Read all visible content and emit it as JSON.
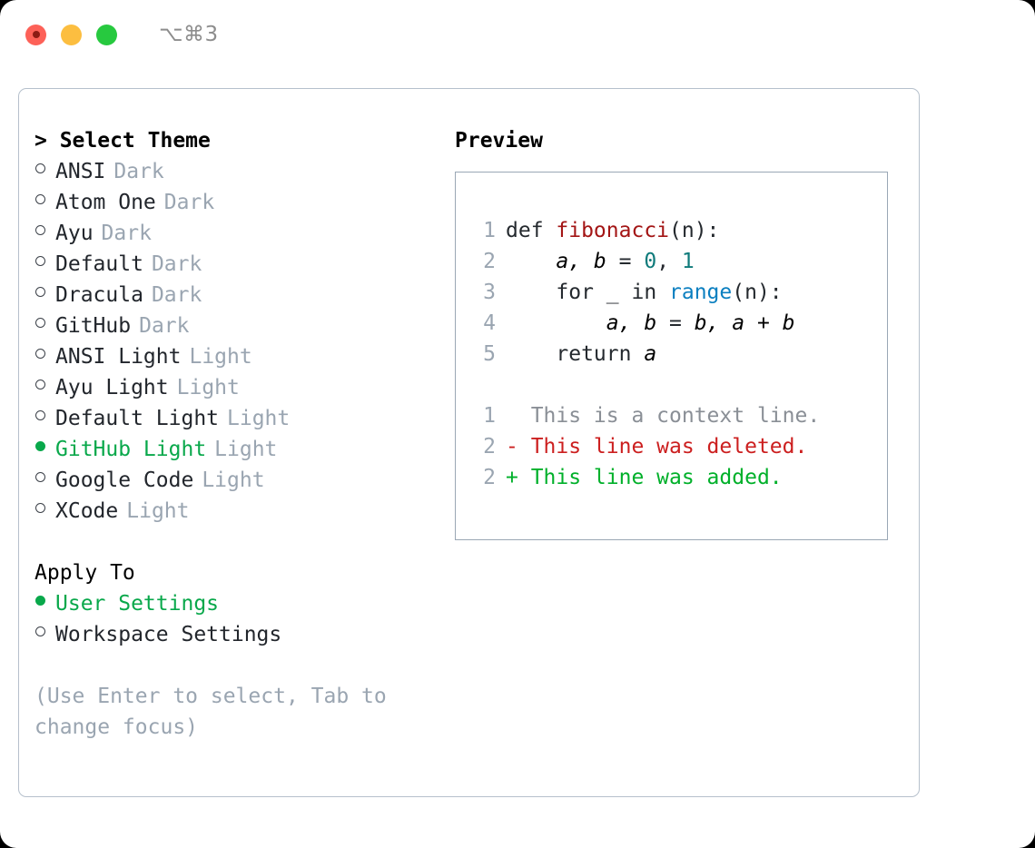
{
  "titlebar": {
    "shortcut": "⌥⌘3",
    "buttons": [
      "close",
      "minimize",
      "zoom"
    ]
  },
  "left": {
    "heading": "> Select Theme",
    "themes": [
      {
        "name": "ANSI",
        "kind": "Dark",
        "selected": false
      },
      {
        "name": "Atom One",
        "kind": "Dark",
        "selected": false
      },
      {
        "name": "Ayu",
        "kind": "Dark",
        "selected": false
      },
      {
        "name": "Default",
        "kind": "Dark",
        "selected": false
      },
      {
        "name": "Dracula",
        "kind": "Dark",
        "selected": false
      },
      {
        "name": "GitHub",
        "kind": "Dark",
        "selected": false
      },
      {
        "name": "ANSI Light",
        "kind": "Light",
        "selected": false
      },
      {
        "name": "Ayu Light",
        "kind": "Light",
        "selected": false
      },
      {
        "name": "Default Light",
        "kind": "Light",
        "selected": false
      },
      {
        "name": "GitHub Light",
        "kind": "Light",
        "selected": true
      },
      {
        "name": "Google Code",
        "kind": "Light",
        "selected": false
      },
      {
        "name": "XCode",
        "kind": "Light",
        "selected": false
      }
    ],
    "apply_to": {
      "heading": "Apply To",
      "options": [
        {
          "name": "User Settings",
          "selected": true
        },
        {
          "name": "Workspace Settings",
          "selected": false
        }
      ]
    },
    "hint": "(Use Enter to select, Tab to change focus)"
  },
  "right": {
    "heading": "Preview",
    "code_lines": [
      {
        "num": "1",
        "tokens": [
          {
            "t": "def ",
            "c": "tok-def"
          },
          {
            "t": "fibonacci",
            "c": "tok-fn"
          },
          {
            "t": "(n):",
            "c": "code-text"
          }
        ]
      },
      {
        "num": "2",
        "tokens": [
          {
            "t": "    ",
            "c": "code-text"
          },
          {
            "t": "a, b",
            "c": "tok-var"
          },
          {
            "t": " = ",
            "c": "code-text"
          },
          {
            "t": "0",
            "c": "tok-num"
          },
          {
            "t": ", ",
            "c": "code-text"
          },
          {
            "t": "1",
            "c": "tok-num"
          }
        ]
      },
      {
        "num": "3",
        "tokens": [
          {
            "t": "    for _ in ",
            "c": "code-text"
          },
          {
            "t": "range",
            "c": "tok-builtin"
          },
          {
            "t": "(n):",
            "c": "code-text"
          }
        ]
      },
      {
        "num": "4",
        "tokens": [
          {
            "t": "        ",
            "c": "code-text"
          },
          {
            "t": "a, b",
            "c": "tok-var"
          },
          {
            "t": " = ",
            "c": "code-text"
          },
          {
            "t": "b, a + b",
            "c": "tok-var"
          }
        ]
      },
      {
        "num": "5",
        "tokens": [
          {
            "t": "    return ",
            "c": "code-text"
          },
          {
            "t": "a",
            "c": "tok-var"
          }
        ]
      }
    ],
    "diff_lines": [
      {
        "num": "1",
        "text": "  This is a context line.",
        "c": "diff-ctx"
      },
      {
        "num": "2",
        "text": "- This line was deleted.",
        "c": "diff-del"
      },
      {
        "num": "2",
        "text": "+ This line was added.",
        "c": "diff-add"
      }
    ]
  },
  "colors": {
    "selection_green": "#09a84b",
    "label_gray": "#9aa5b1",
    "panel_border": "#b6c0cc",
    "code_border": "#9aa7b5",
    "function_red": "#a31515",
    "number_teal": "#0f7b7b",
    "builtin_blue": "#0b7fc0",
    "diff_delete": "#cc1f1f",
    "diff_add": "#00b02a"
  }
}
